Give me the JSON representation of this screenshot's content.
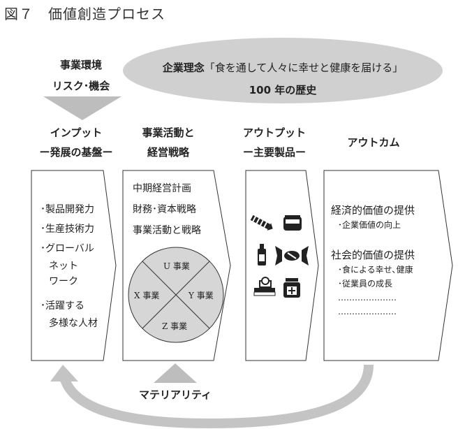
{
  "figure_title": "図７　価値創造プロセス",
  "philosophy": {
    "label": "企業理念",
    "text": "「食を通して人々に幸せと健康を届ける」",
    "history": "100 年の歴史"
  },
  "environment": {
    "line1": "事業環境",
    "line2": "リスク･機会"
  },
  "columns": {
    "input": {
      "line1": "インプット",
      "line2": "ー発展の基盤ー"
    },
    "activities": {
      "line1": "事業活動と",
      "line2": "経営戦略"
    },
    "output": {
      "line1": "アウトプット",
      "line2": "ー主要製品ー"
    },
    "outcome": {
      "line1": "アウトカム"
    }
  },
  "input_items": [
    "･製品開発力",
    "･生産技術力",
    "･グローバル",
    "ネット",
    "ワーク",
    "･活躍する",
    "多様な人材"
  ],
  "activity_items": [
    "中期経営計画",
    "財務･資本戦略",
    "事業活動と戦略"
  ],
  "business_units": {
    "top": "U 事業",
    "left": "X 事業",
    "right": "Y 事業",
    "bottom": "Z 事業"
  },
  "output_icons": [
    "candy-icon",
    "jar-icon",
    "bottle-icon",
    "wrapped-candy-icon",
    "scale-icon",
    "medicine-jar-icon"
  ],
  "outcome": {
    "economic_title": "経済的価値の提供",
    "economic_items": [
      "･企業価値の向上"
    ],
    "social_title": "社会的価値の提供",
    "social_items": [
      "･食による幸せ､健康",
      "･従業員の成長"
    ],
    "dots1": "…………………",
    "dots2": "…………………"
  },
  "materiality": "マテリアリティ"
}
